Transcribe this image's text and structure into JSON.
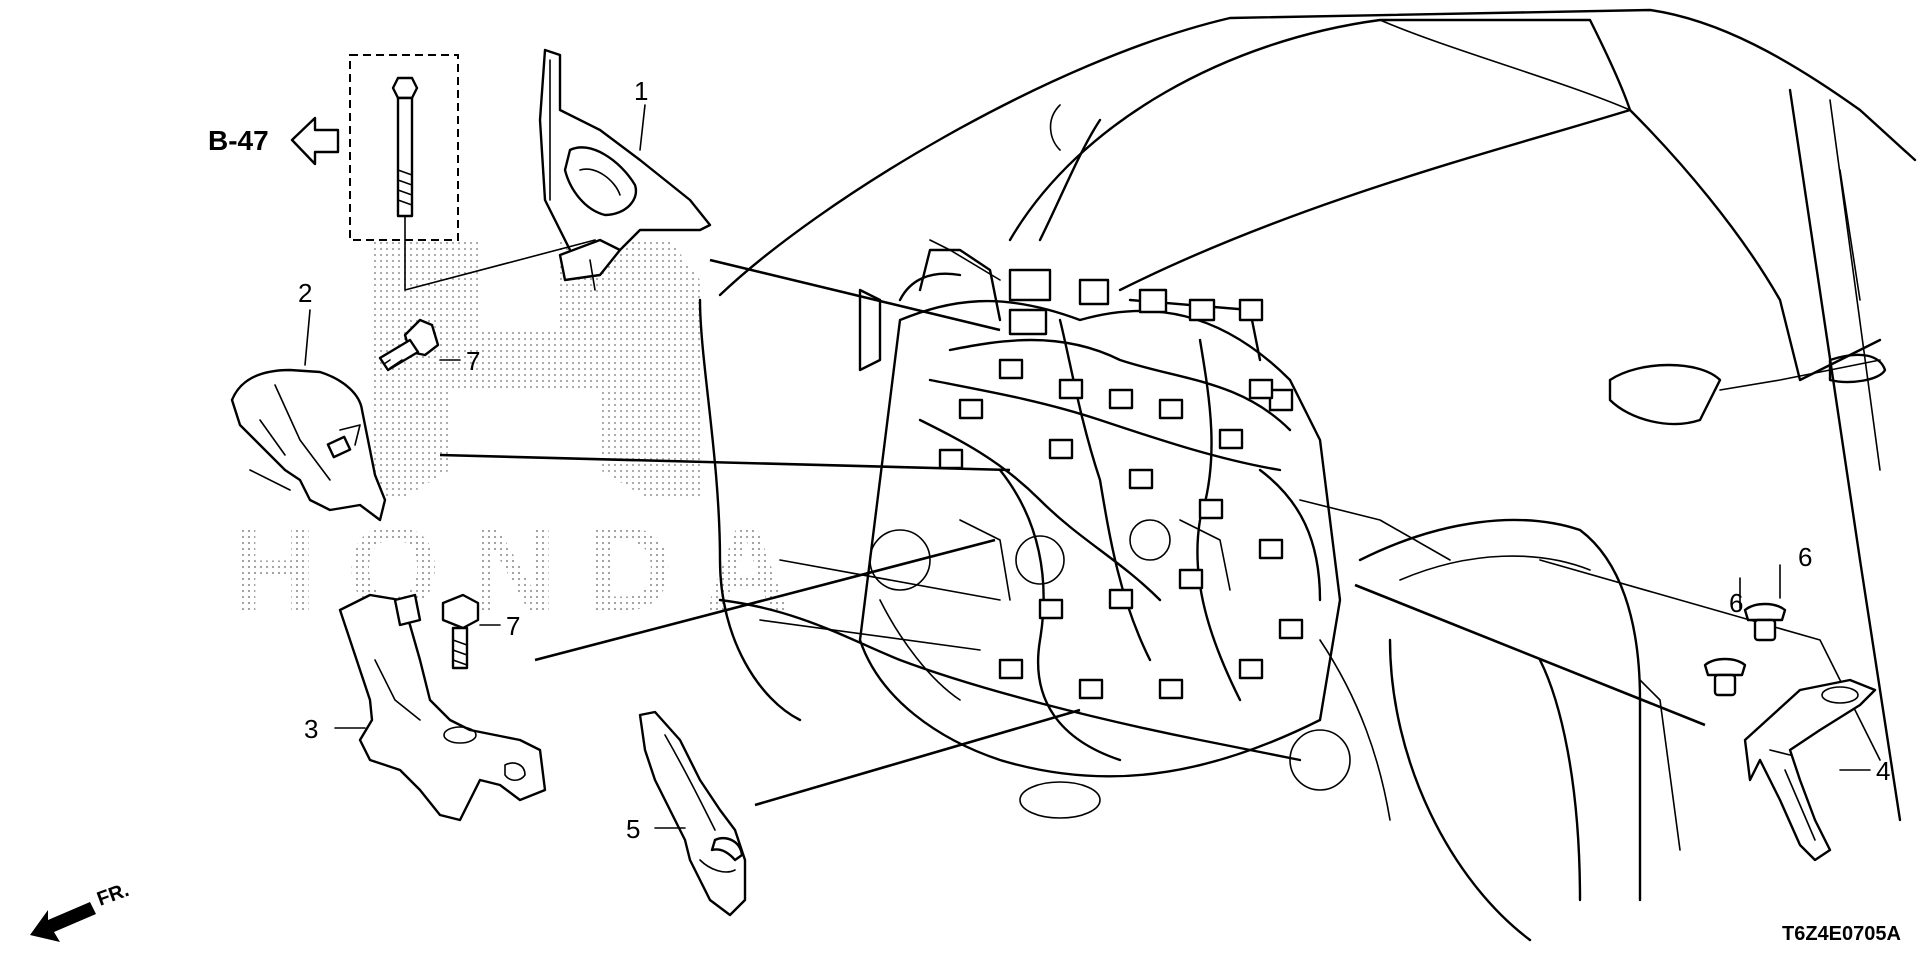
{
  "diagram": {
    "reference": "B-47",
    "front_label": "FR.",
    "drawing_code": "T6Z4E0705A",
    "watermark": "HONDA",
    "callouts": [
      {
        "id": "1"
      },
      {
        "id": "2"
      },
      {
        "id": "3"
      },
      {
        "id": "4"
      },
      {
        "id": "5"
      },
      {
        "id": "6a",
        "label": "6"
      },
      {
        "id": "6b",
        "label": "6"
      },
      {
        "id": "7a",
        "label": "7"
      },
      {
        "id": "7b",
        "label": "7"
      }
    ]
  },
  "labels": {
    "c1": "1",
    "c2": "2",
    "c3": "3",
    "c4": "4",
    "c5": "5",
    "c6a": "6",
    "c6b": "6",
    "c7a": "7",
    "c7b": "7"
  }
}
